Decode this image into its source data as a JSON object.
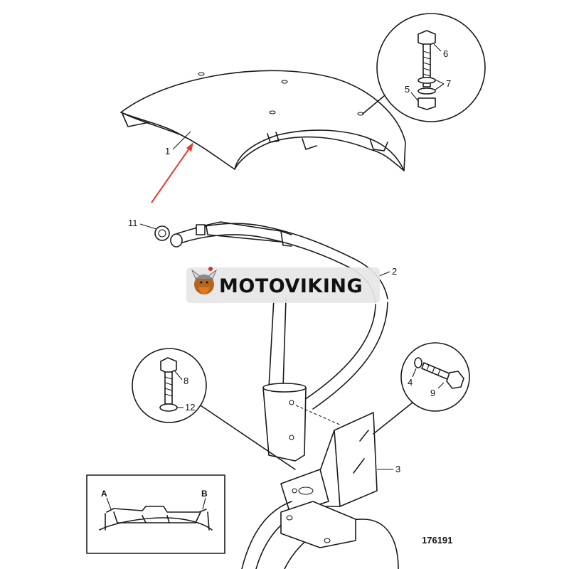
{
  "callouts": {
    "c1": "1",
    "c2": "2",
    "c3": "3",
    "c4": "4",
    "c5": "5",
    "c6": "6",
    "c7": "7",
    "c8": "8",
    "c9": "9",
    "c11": "11",
    "c12": "12"
  },
  "inset": {
    "label_a": "A",
    "label_b": "B"
  },
  "reference_number": "176191",
  "watermark": {
    "text": "MOTOVIKING"
  },
  "colors": {
    "line": "#1a1a1a",
    "arrow": "#e03c2e",
    "watermark_bg": "#e6e6e6"
  }
}
